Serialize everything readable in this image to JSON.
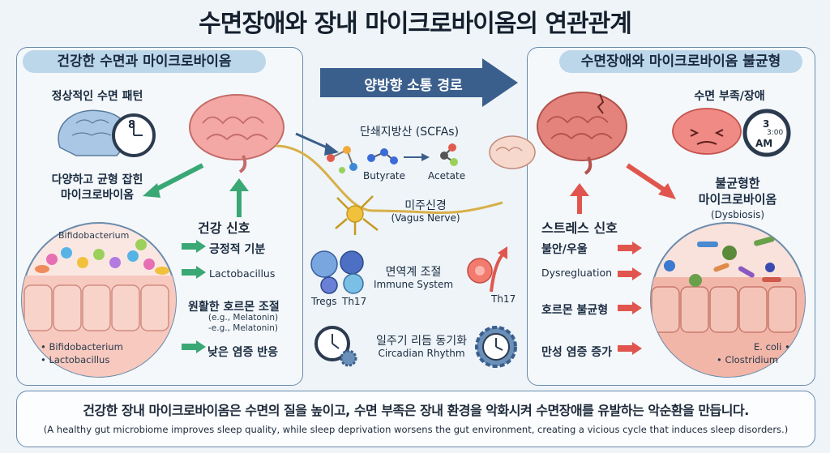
{
  "title": "수면장애와 장내 마이크로바이옴의 연관관계",
  "left": {
    "header": "건강한 수면과 마이크로바이옴",
    "sleep_pattern": "정상적인 수면 패턴",
    "clock_time": "8",
    "microbiome": "다양하고 균형 잡힌\n마이크로바이옴",
    "bacteria_label": "Bifidobacterium",
    "legend": [
      "Bifidobacterium",
      "Lactobacillus"
    ],
    "health_signal": "건강 신호",
    "items": [
      {
        "text": "긍정적 기분",
        "bold": true
      },
      {
        "text": "Lactobacillus",
        "bold": false
      },
      {
        "text": "원활한 호르몬 조절",
        "bold": true
      },
      {
        "text": "낮은 염증 반응",
        "bold": true
      }
    ],
    "hormone_sub": [
      "(e.g., Melatonin)",
      "-e.g., Melatonin)"
    ]
  },
  "center": {
    "arrow_label": "양방향 소통 경로",
    "scfa": "단쇄지방산 (SCFAs)",
    "butyrate": "Butyrate",
    "acetate": "Acetate",
    "vagus": "미주신경",
    "vagus_en": "(Vagus Nerve)",
    "immune": "면역계 조절",
    "immune_en": "Immune System",
    "tregs": "Tregs",
    "th17": "Th17",
    "th17_right": "Th17",
    "circadian": "일주기 리듬 동기화",
    "circadian_en": "Circadian Rhythm"
  },
  "right": {
    "header": "수면장애와 마이크로바이옴 불균형",
    "sleep_loss": "수면 부족/장애",
    "clock_text": [
      "3",
      "3:00",
      "AM"
    ],
    "imbalance": "불균형한\n마이크로바이옴",
    "dysbiosis": "(Dysbiosis)",
    "stress_signal": "스트레스 신호",
    "items": [
      {
        "text": "불안/우울",
        "bold": true
      },
      {
        "text": "Dysregluation",
        "bold": false
      },
      {
        "text": "호르몬 불균형",
        "bold": true
      },
      {
        "text": "만성 염증 증가",
        "bold": true
      }
    ],
    "legend": [
      "E. coli",
      "Clostridium"
    ]
  },
  "footer": {
    "ko": "건강한 장내 마이크로바이옴은 수면의 질을 높이고, 수면 부족은 장내 환경을 악화시켜 수면장애를 유발하는 악순환을 만듭니다.",
    "en": "(A healthy gut microbiome improves sleep quality, while sleep deprivation worsens the gut environment, creating a vicious cycle that induces sleep disorders.)"
  },
  "colors": {
    "brain": "#f4a8a5",
    "arrow_green": "#3aa874",
    "arrow_red": "#e0564e",
    "banner": "#3b5f8c"
  }
}
